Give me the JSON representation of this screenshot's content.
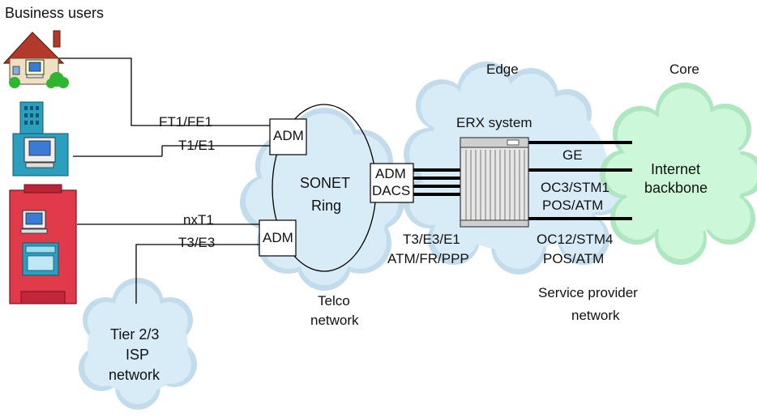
{
  "labels": {
    "business_users": "Business users",
    "edge": "Edge",
    "core": "Core",
    "erx_system": "ERX system",
    "ft1_fe1": "FT1/FE1",
    "t1_e1": "T1/E1",
    "nxt1": "nxT1",
    "t3_e3": "T3/E3",
    "adm_top": "ADM",
    "adm_bottom": "ADM",
    "adm_dacs_1": "ADM",
    "adm_dacs_2": "DACS",
    "sonet": "SONET",
    "ring": "Ring",
    "telco_1": "Telco",
    "telco_2": "network",
    "t3_e3_e1": "T3/E3/E1",
    "atm_fr_ppp": "ATM/FR/PPP",
    "ge": "GE",
    "oc3_stm1": "OC3/STM1",
    "pos_atm_1": "POS/ATM",
    "oc12_stm4": "OC12/STM4",
    "pos_atm_2": "POS/ATM",
    "internet_1": "Internet",
    "internet_2": "backbone",
    "spn_1": "Service provider",
    "spn_2": "network",
    "tier_1": "Tier 2/3",
    "tier_2": "ISP",
    "tier_3": "network"
  },
  "colors": {
    "cloud_blue": "#d5ebf8",
    "cloud_green": "#ccf7d8",
    "house_body": "#ede0c4",
    "house_roof": "#b33a2a",
    "building_teal": "#2c9fbe",
    "building_red": "#e03a4b",
    "bush_green": "#2fb52f"
  }
}
